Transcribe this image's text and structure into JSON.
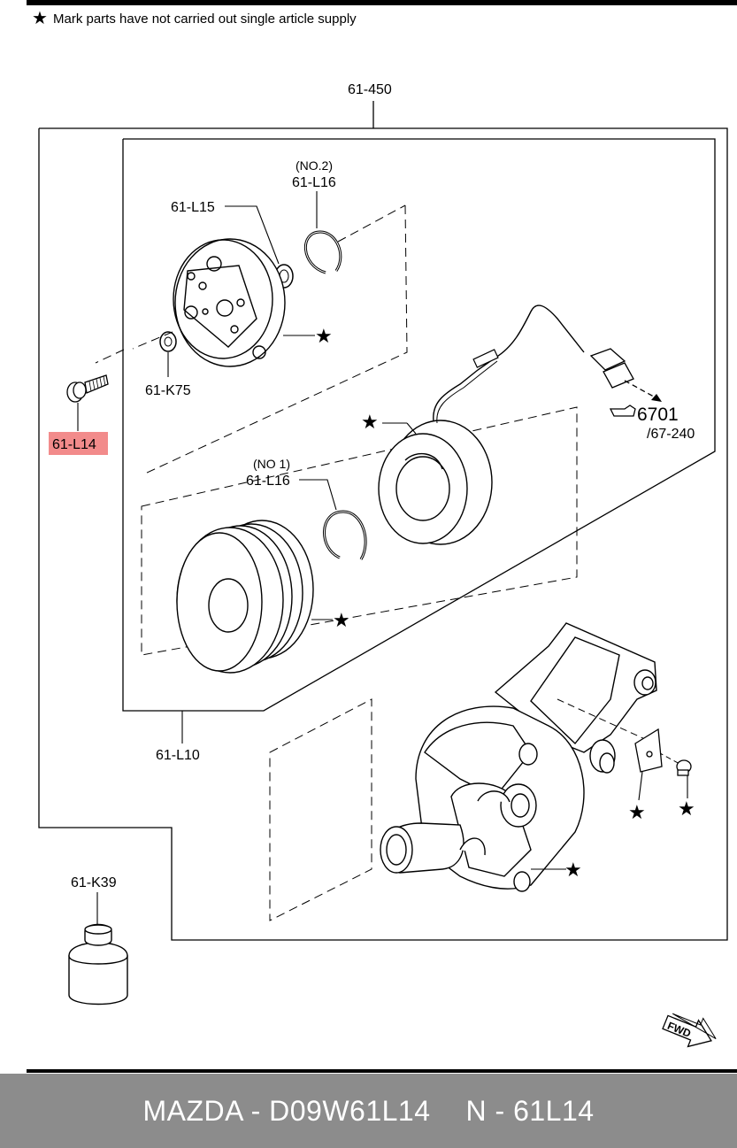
{
  "note": {
    "text": "Mark parts have not carried out single article supply"
  },
  "labels": {
    "assembly": "61-450",
    "no2": "(NO.2)",
    "snap_ring_2": "61-L16",
    "spacer": "61-L15",
    "washer": "61-K75",
    "bolt": "61-L14",
    "no1": "(NO 1)",
    "snap_ring_1": "61-L16",
    "clutch_kit": "61-L10",
    "oil": "61-K39",
    "ref_number": "6701",
    "ref_sub": "/67-240",
    "fwd": "FWD"
  },
  "highlight_color": "#f28b8b",
  "footer": {
    "part": "MAZDA - D09W61L14",
    "code": "N - 61L14"
  }
}
